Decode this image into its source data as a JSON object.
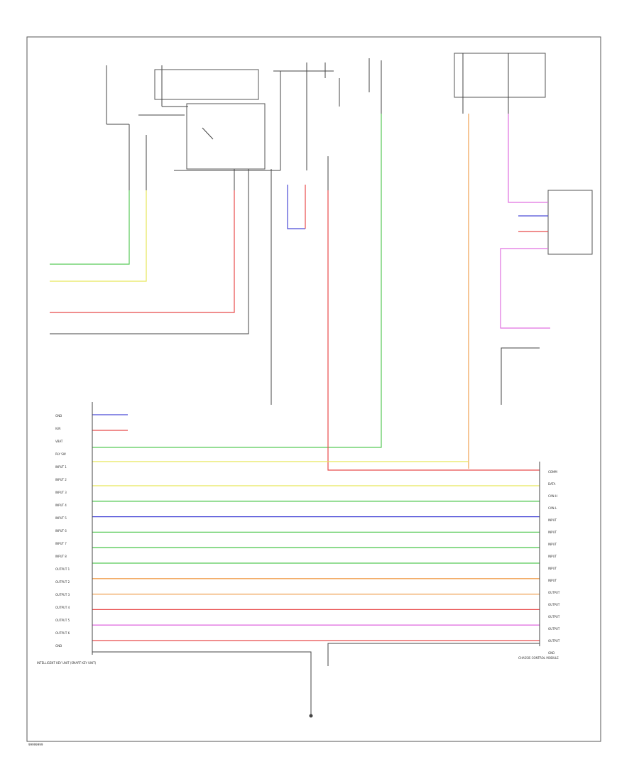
{
  "diagram_id": "99999999",
  "components": {
    "smart_key_unit": "INTELLIGENT KEY UNIT (SMART KEY UNIT)",
    "chassis_control_module": "CHASSIS CONTROL MODULE"
  },
  "chassis_pins": {
    "left": [
      "GND",
      "IGN",
      "VBAT",
      "RLY SW",
      "INPUT 1",
      "INPUT 2",
      "INPUT 3",
      "INPUT 4",
      "INPUT 5",
      "INPUT 6",
      "INPUT 7",
      "INPUT 8",
      "OUTPUT 1",
      "OUTPUT 2",
      "OUTPUT 3",
      "OUTPUT 4",
      "OUTPUT 5",
      "OUTPUT 6",
      "GND"
    ],
    "right": [
      "COMM",
      "DATA",
      "CAN-H",
      "CAN-L",
      "INPUT",
      "INPUT",
      "INPUT",
      "INPUT",
      "INPUT",
      "INPUT",
      "OUTPUT",
      "OUTPUT",
      "OUTPUT",
      "OUTPUT",
      "OUTPUT",
      "GND"
    ]
  },
  "wire_colors": {
    "green": "#57c957",
    "yellow": "#e6e65a",
    "red": "#e84b4b",
    "blue": "#4a4ad6",
    "orange": "#f0a050",
    "purple": "#b05ad0",
    "magenta": "#e070e0",
    "black": "#444444"
  },
  "bus_wires": [
    {
      "color": "#e6e65a"
    },
    {
      "color": "#57c957"
    },
    {
      "color": "#4a4ad6"
    },
    {
      "color": "#57c957"
    },
    {
      "color": "#57c957"
    },
    {
      "color": "#57c957"
    },
    {
      "color": "#f0a050"
    },
    {
      "color": "#f0a050"
    },
    {
      "color": "#e84b4b"
    },
    {
      "color": "#e070e0"
    },
    {
      "color": "#e84b4b"
    }
  ]
}
